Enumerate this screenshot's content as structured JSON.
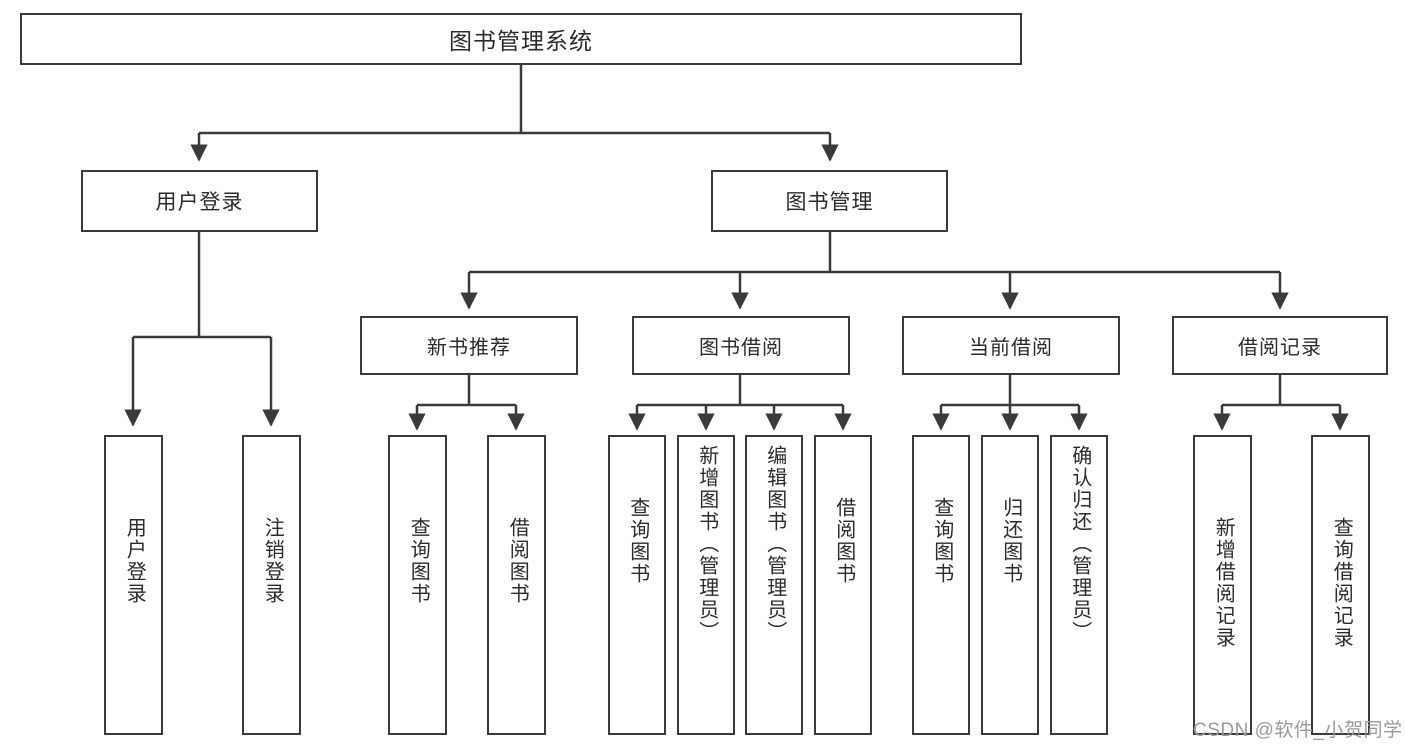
{
  "diagram": {
    "title_node": {
      "label": "图书管理系统"
    },
    "level2": [
      {
        "id": "user-login",
        "label": "用户登录"
      },
      {
        "id": "book-management",
        "label": "图书管理"
      }
    ],
    "level3": [
      {
        "id": "new-book-recommend",
        "label": "新书推荐"
      },
      {
        "id": "book-borrow",
        "label": "图书借阅"
      },
      {
        "id": "current-borrow",
        "label": "当前借阅"
      },
      {
        "id": "borrow-record",
        "label": "借阅记录"
      }
    ],
    "leaves": [
      {
        "id": "leaf-user-login",
        "label": "用户登录",
        "parent": "user-login"
      },
      {
        "id": "leaf-logout-login",
        "label": "注销登录",
        "parent": "user-login"
      },
      {
        "id": "leaf-query-book-1",
        "label": "查询图书",
        "parent": "new-book-recommend"
      },
      {
        "id": "leaf-borrow-book-1",
        "label": "借阅图书",
        "parent": "new-book-recommend"
      },
      {
        "id": "leaf-query-book-2",
        "label": "查询图书",
        "parent": "book-borrow"
      },
      {
        "id": "leaf-add-book",
        "label": "新增图书（管理员）",
        "parent": "book-borrow"
      },
      {
        "id": "leaf-edit-book",
        "label": "编辑图书（管理员）",
        "parent": "book-borrow"
      },
      {
        "id": "leaf-borrow-book-2",
        "label": "借阅图书",
        "parent": "book-borrow"
      },
      {
        "id": "leaf-query-book-3",
        "label": "查询图书",
        "parent": "current-borrow"
      },
      {
        "id": "leaf-return-book",
        "label": "归还图书",
        "parent": "current-borrow"
      },
      {
        "id": "leaf-confirm-return",
        "label": "确认归还（管理员）",
        "parent": "current-borrow"
      },
      {
        "id": "leaf-add-record",
        "label": "新增借阅记录",
        "parent": "borrow-record"
      },
      {
        "id": "leaf-query-record",
        "label": "查询借阅记录",
        "parent": "borrow-record"
      }
    ],
    "colors": {
      "stroke": "#3a3a3a",
      "text": "#2b2b2b",
      "background": "#ffffff",
      "watermark": "#9a9a9a"
    }
  },
  "watermark": {
    "text": "CSDN @软件_小贺同学"
  }
}
